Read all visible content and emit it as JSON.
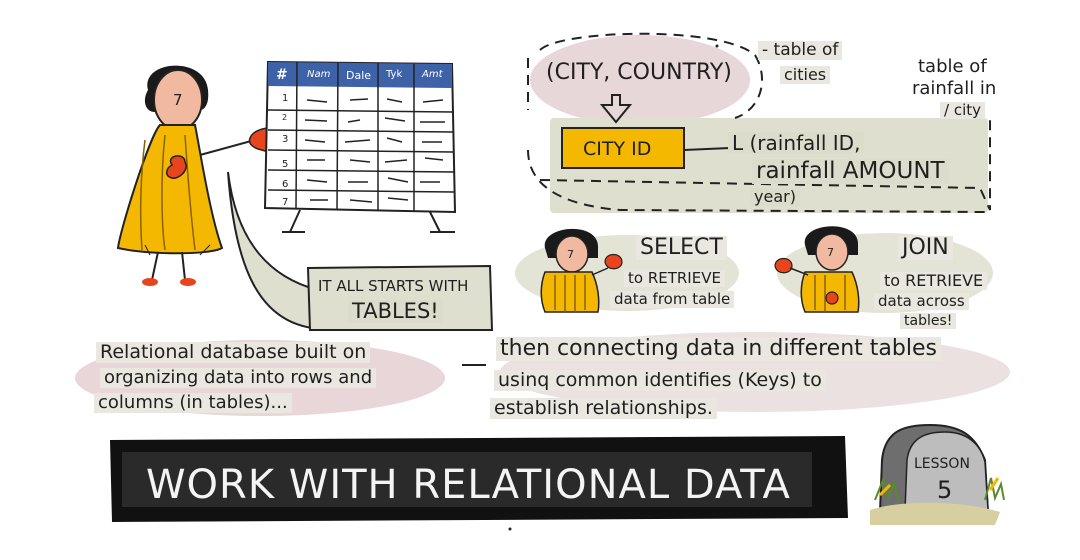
{
  "table_header": [
    "#",
    "Nam",
    "Dale",
    "Tyk",
    "Amt"
  ],
  "row_numbers": [
    "1",
    "2",
    "3",
    "5",
    "6",
    "7"
  ],
  "girl_main_label": "7",
  "speech": {
    "line1": "IT ALL STARTS WITH",
    "line2": "TABLES!"
  },
  "city_country": "(CITY, COUNTRY)",
  "table_of_cities": {
    "line1": "- table of",
    "line2": "cities"
  },
  "table_of_rainfall": {
    "line1": "table of",
    "line2": "rainfall in",
    "line3": "/ city"
  },
  "city_id": "CITY ID",
  "rainfall": {
    "line1": "L (rainfall ID,",
    "line2": "rainfall AMOUNT",
    "line3": "year)"
  },
  "select": {
    "title": "SELECT",
    "line1": "to RETRIEVE",
    "line2": "data from table",
    "badge": "7"
  },
  "join": {
    "title": "JOIN",
    "line1": "to RETRIEVE",
    "line2": "data across",
    "line3": "tables!",
    "badge": "7"
  },
  "relational": {
    "line1": "Relational database built on",
    "line2": "organizing data into rows and",
    "line3": "columns (in tables)..."
  },
  "connecting": {
    "line1": "then connecting data in different tables",
    "line2": "usinq common identifies (Keys) to",
    "line3": "establish relationships."
  },
  "banner": "WORK WITH RELATIONAL DATA",
  "lesson": {
    "label": "LESSON",
    "number": "5"
  },
  "colors": {
    "yellow": "#f5b800",
    "red": "#e8451e",
    "pink": "#e7d7d8",
    "olive": "#dedfcf",
    "banner": "#111111"
  }
}
